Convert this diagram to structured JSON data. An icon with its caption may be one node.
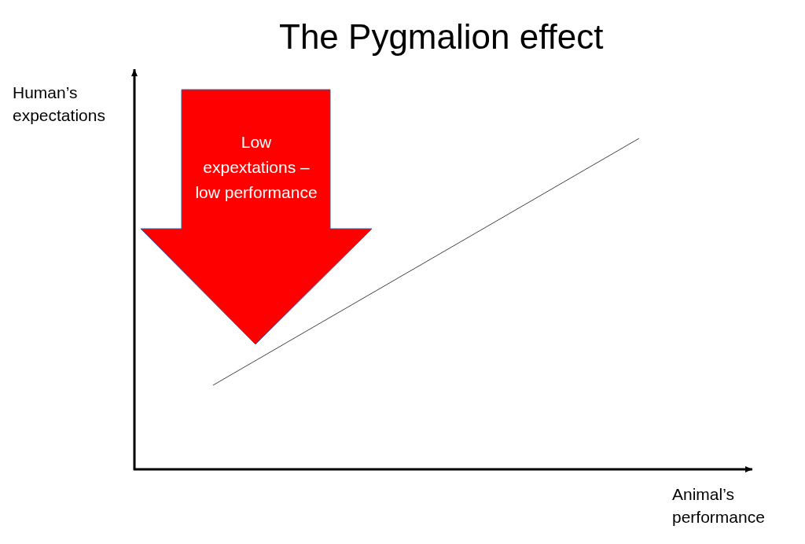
{
  "diagram": {
    "title": "The Pygmalion effect",
    "nodes": [
      {
        "text": [
          "Low expextations – low performance"
        ]
      }
    ],
    "labels": [
      "Human’s expectations",
      "Animal’s performance"
    ]
  }
}
